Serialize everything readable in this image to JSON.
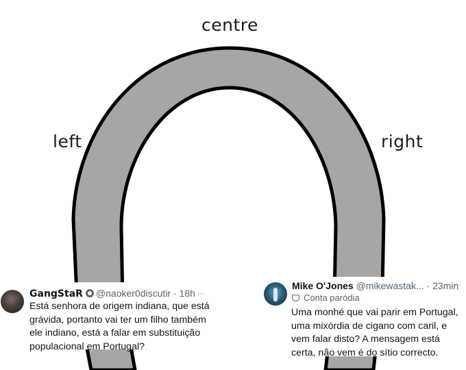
{
  "figure": {
    "label_top": "centre",
    "label_left": "left",
    "label_right": "right",
    "fill_color": "#a6a6a6",
    "stroke_color": "#000000"
  },
  "tweets": [
    {
      "display_name": "GangStaR",
      "handle": "@naoker0discutir",
      "separator": "·",
      "time": "18h",
      "more": "···",
      "text": "Está senhora de origem indiana, que está grávida, portanto vai ter um filho também ele indiano, está a falar em substituição populacional em Portugal?"
    },
    {
      "display_name": "Mike O'Jones",
      "handle": "@mikewastak...",
      "separator": "·",
      "time": "23min",
      "more": "···",
      "badge": "Conta paródia",
      "text": "Uma monhé que vai parir em Portugal, uma mixórdia de cigano com caril, e vem falar disto? A mensagem está certa, não vem é do sítio correcto."
    }
  ]
}
